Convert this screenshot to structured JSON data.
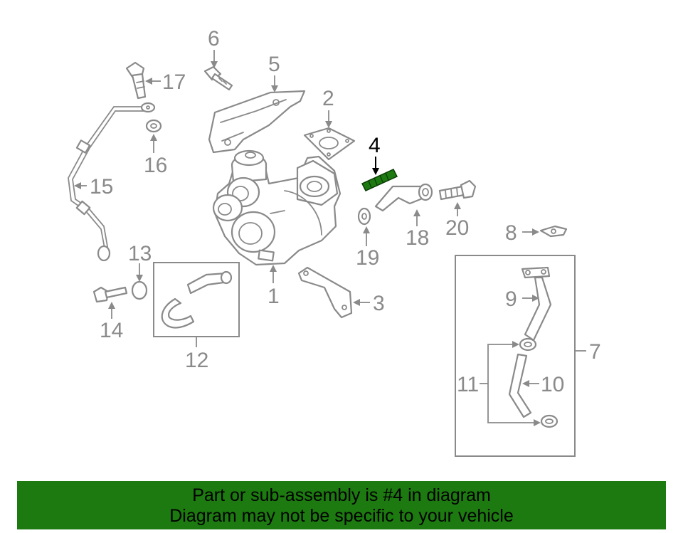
{
  "colors": {
    "line": "#8a8a8a",
    "highlight_part": "#1d7a10",
    "banner_bg": "#1d7a10",
    "banner_text": "#000000"
  },
  "callouts": [
    "1",
    "2",
    "3",
    "4",
    "5",
    "6",
    "7",
    "8",
    "9",
    "10",
    "11",
    "12",
    "13",
    "14",
    "15",
    "16",
    "17",
    "18",
    "19",
    "20"
  ],
  "banner": {
    "line1": "Part or sub-assembly is #4 in diagram",
    "line2": "Diagram may not be specific to your vehicle"
  }
}
